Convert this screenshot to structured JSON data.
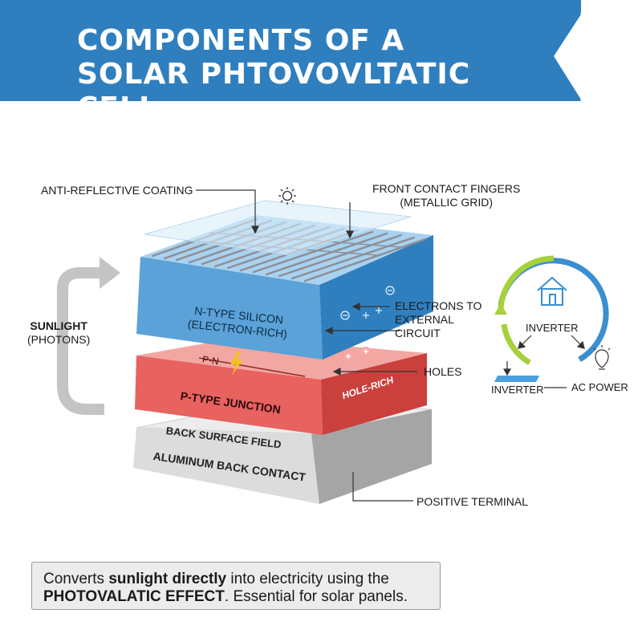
{
  "banner": {
    "title_line1": "COMPONENTS OF A",
    "title_line2": "SOLAR PHTOVOVLTATIC CELL",
    "color": "#2f7fbf"
  },
  "layers": {
    "n_type": {
      "line1": "N-TYPE SILICON",
      "line2": "(ELECTRON-RICH)",
      "color": "#5aa2d8"
    },
    "pn": {
      "label": "P-N"
    },
    "p_type": {
      "label": "P-TYPE JUNCTION",
      "side_label": "HOLE-RICH",
      "color": "#e8625f"
    },
    "back_surface": {
      "label": "BACK SURFACE FIELD"
    },
    "aluminum": {
      "label": "ALUMINUM BACK CONTACT",
      "color": "#d8d8d8"
    }
  },
  "callouts": {
    "anti_reflective": "ANTI-REFLECTIVE COATING",
    "front_contact_line1": "FRONT CONTACT FINGERS",
    "front_contact_line2": "(METALLIC GRID)",
    "electrons_line1": "ELECTRONS TO",
    "electrons_line2": "EXTERNAL",
    "electrons_line3": "CIRCUIT",
    "holes": "HOLES",
    "positive_terminal": "POSITIVE TERMINAL",
    "sunlight_line1": "SUNLIGHT",
    "sunlight_line2": "(PHOTONS)"
  },
  "circuit": {
    "inverter_top": "INVERTER",
    "inverter_bottom": "INVERTER",
    "ac_power": "AC POWER",
    "ring_blue": "#3a8fd0",
    "ring_green": "#a6d13a"
  },
  "caption": {
    "part1": "Converts ",
    "bold1": "sunlight directly",
    "part2": " into electricity using the",
    "bold2": "PHOTOVALATIC EFFECT",
    "part3": ". Essential for solar panels."
  },
  "icons": [
    "sun-icon",
    "house-icon",
    "lightbulb-icon",
    "lightning-icon"
  ]
}
